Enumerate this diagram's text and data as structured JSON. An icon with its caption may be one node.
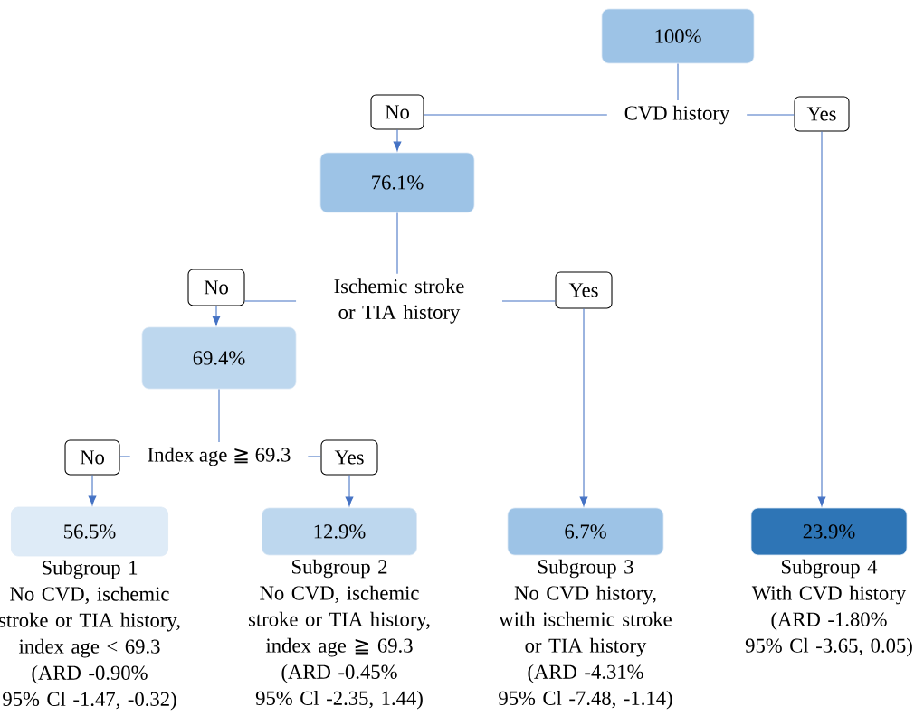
{
  "diagram": {
    "nodes": [
      {
        "text": [
          "100%"
        ]
      },
      {
        "text": [
          "CVD history"
        ]
      },
      {
        "text": [
          "No"
        ]
      },
      {
        "text": [
          "Yes"
        ]
      },
      {
        "text": [
          "76.1%"
        ]
      },
      {
        "text": [
          "Ischemic stroke or TIA history"
        ]
      },
      {
        "text": [
          "No"
        ]
      },
      {
        "text": [
          "Yes"
        ]
      },
      {
        "text": [
          "69.4%"
        ]
      },
      {
        "text": [
          "Index age ≧ 69.3"
        ]
      },
      {
        "text": [
          "No"
        ]
      },
      {
        "text": [
          "Yes"
        ]
      },
      {
        "text": [
          "56.5%"
        ],
        "beside": [
          "Subgroup 1",
          "No CVD,  ischemic stroke or TIA history, index age < 69.3",
          "(ARD -0.90%",
          "95% Cl -1.47, -0.32)"
        ]
      },
      {
        "text": [
          "12.9%"
        ],
        "beside": [
          "Subgroup 2",
          "No CVD, ischemic stroke or TIA history, index age ≧ 69.3",
          "(ARD -0.45%",
          "95% Cl -2.35, 1.44)"
        ]
      },
      {
        "text": [
          "6.7%"
        ],
        "beside": [
          "Subgroup 3",
          "No CVD history, with ischemic stroke or TIA history",
          "(ARD -4.31%",
          "95% Cl -7.48, -1.14)"
        ]
      },
      {
        "text": [
          "23.9%"
        ],
        "beside": [
          "Subgroup 4",
          "With CVD history",
          "(ARD -1.80%",
          "95% Cl -3.65, 0.05)"
        ]
      }
    ],
    "edges": [
      {
        "from": 0,
        "to": 1,
        "arrow": "none"
      },
      {
        "from": 1,
        "to": 2,
        "arrow": "none"
      },
      {
        "from": 1,
        "to": 3,
        "arrow": "none"
      },
      {
        "from": 2,
        "to": 4,
        "arrow": "to"
      },
      {
        "from": 3,
        "to": 15,
        "arrow": "to"
      },
      {
        "from": 4,
        "to": 5,
        "arrow": "none"
      },
      {
        "from": 5,
        "to": 6,
        "arrow": "none"
      },
      {
        "from": 5,
        "to": 7,
        "arrow": "none"
      },
      {
        "from": 6,
        "to": 8,
        "arrow": "to"
      },
      {
        "from": 7,
        "to": 14,
        "arrow": "to"
      },
      {
        "from": 8,
        "to": 9,
        "arrow": "none"
      },
      {
        "from": 9,
        "to": 10,
        "arrow": "none"
      },
      {
        "from": 9,
        "to": 11,
        "arrow": "none"
      },
      {
        "from": 10,
        "to": 12,
        "arrow": "to"
      },
      {
        "from": 11,
        "to": 13,
        "arrow": "to"
      }
    ]
  }
}
